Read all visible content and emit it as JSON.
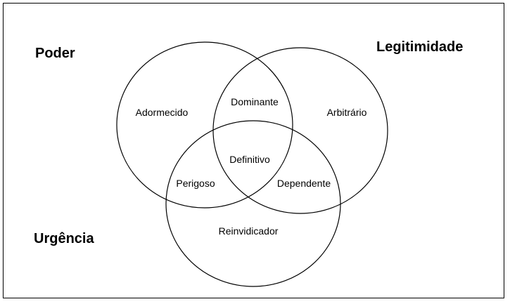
{
  "diagram": {
    "sets": {
      "poder": "Poder",
      "legitimidade": "Legitimidade",
      "urgencia": "Urgência"
    },
    "regions": {
      "adormecido": "Adormecido",
      "dominante": "Dominante",
      "arbitrario": "Arbitrário",
      "definitivo": "Definitivo",
      "perigoso": "Perigoso",
      "dependente": "Dependente",
      "reinvidicador": "Reinvidicador"
    },
    "colors": {
      "stroke": "#000000",
      "background": "#ffffff"
    }
  }
}
